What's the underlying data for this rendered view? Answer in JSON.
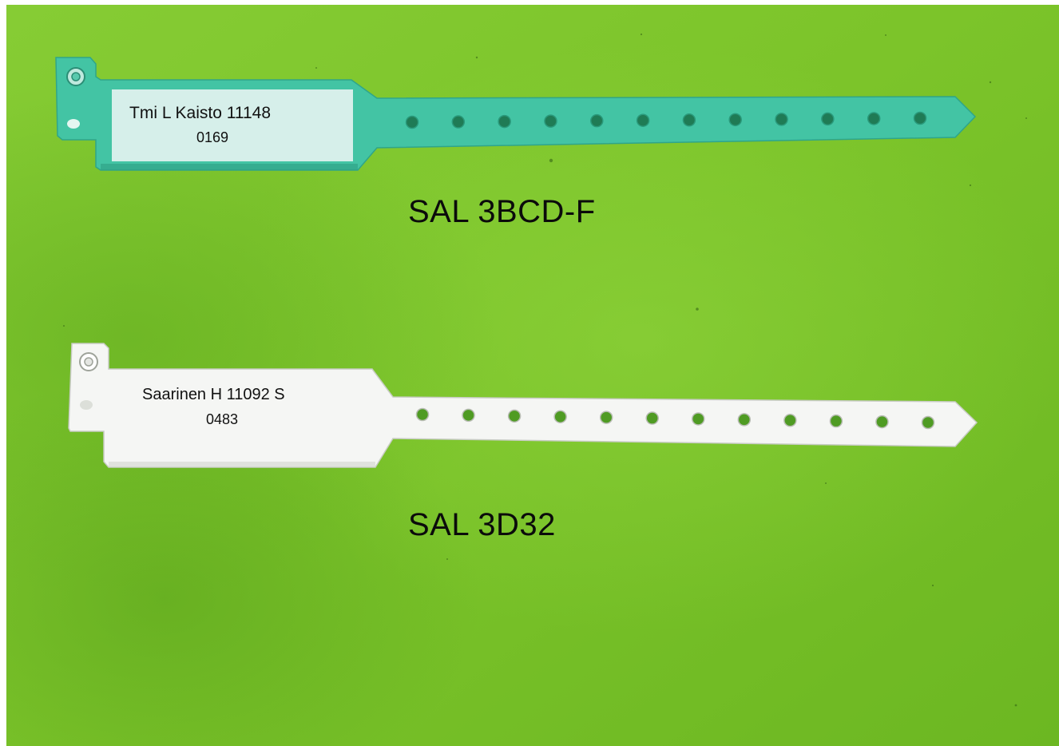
{
  "colors": {
    "background": "#7ec42c",
    "band_teal": "#43c4a4",
    "band_white": "#f5f6f4"
  },
  "wristbands": [
    {
      "band_color": "teal",
      "name_line": "Tmi L Kaisto 11148",
      "number_line": "0169",
      "product_code": "SAL 3BCD-F",
      "hole_count": 12
    },
    {
      "band_color": "white",
      "name_line": "Saarinen H 11092 S",
      "number_line": "0483",
      "product_code": "SAL 3D32",
      "hole_count": 12
    }
  ]
}
